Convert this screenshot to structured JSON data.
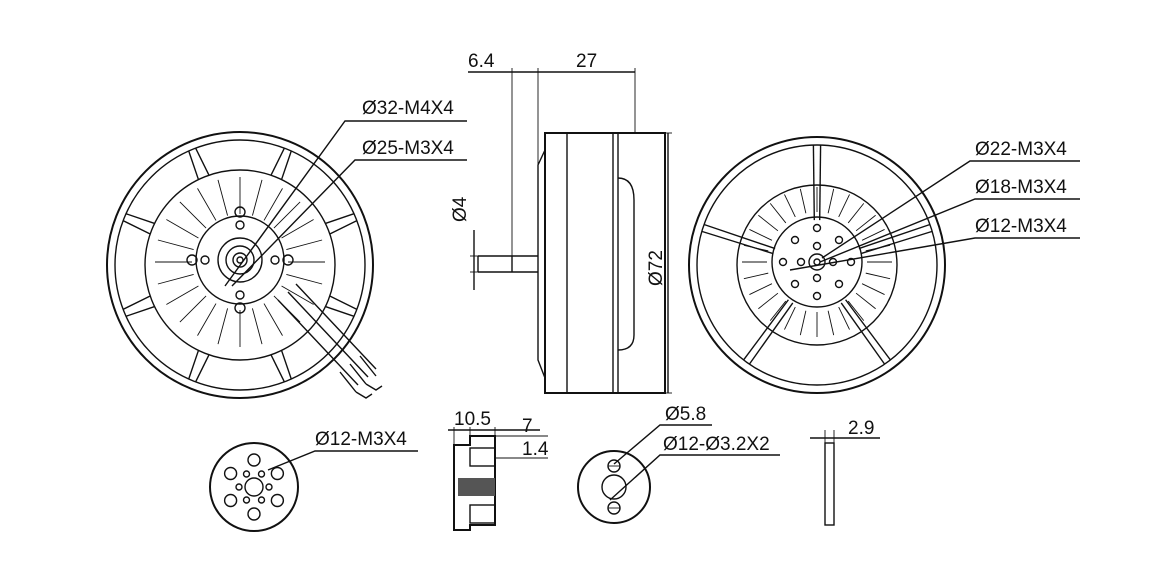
{
  "dimensions": {
    "bottom_mount_m4": "Ø32-M4X4",
    "bottom_mount_m3": "Ø25-M3X4",
    "shaft_offset": "6.4",
    "body_height": "27",
    "shaft_diameter": "Ø4",
    "body_diameter": "Ø72",
    "top_mount_22": "Ø22-M3X4",
    "top_mount_18": "Ø18-M3X4",
    "top_mount_12": "Ø12-M3X4",
    "adapter_mount": "Ø12-M3X4",
    "adapter_height": "10.5",
    "adapter_step": "7",
    "adapter_flange": "1.4",
    "clamp_center": "Ø5.8",
    "clamp_holes": "Ø12-Ø3.2X2",
    "washer_thickness": "2.9"
  },
  "colors": {
    "line": "#111111",
    "background": "#ffffff"
  }
}
